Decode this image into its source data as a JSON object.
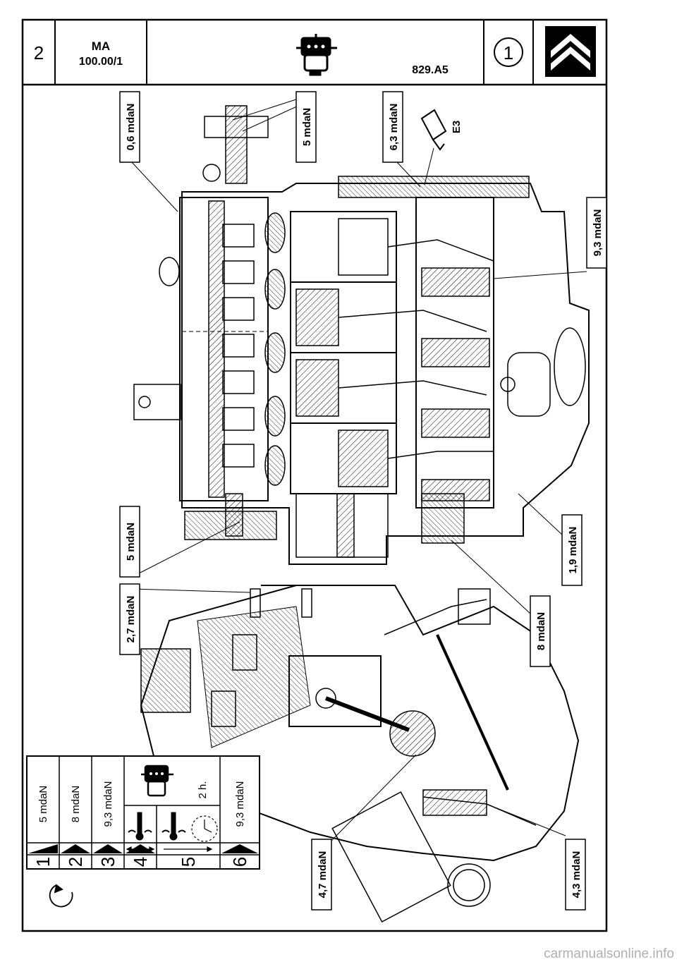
{
  "header": {
    "page_number": "2",
    "manual_code_line1": "MA",
    "manual_code_line2": "100.00/1",
    "engine_code": "829.A5",
    "section_number": "1",
    "logo_icon": "citroen-double-chevron-icon",
    "engine_icon": "engine-icon"
  },
  "torque_labels": {
    "l1": "0,6 mdaN",
    "l2": "5 mdaN",
    "l3": "6,3 mdaN",
    "l4": "9,3 mdaN",
    "l5": "5 mdaN",
    "l6": "1,9 mdaN",
    "l7": "2,7 mdaN",
    "l8": "8 mdaN",
    "l9": "4,7 mdaN",
    "l10": "4,3 mdaN"
  },
  "sealant_label": "E3",
  "sequence_table": {
    "rotation_icon": "rotate-arrow-icon",
    "steps": [
      {
        "number": "1",
        "value": "5 mdaN"
      },
      {
        "number": "2",
        "value": "8 mdaN"
      },
      {
        "number": "3",
        "value": "9,3 mdaN"
      },
      {
        "number": "4",
        "value": ""
      },
      {
        "number": "5",
        "value": "2 h."
      },
      {
        "number": "6",
        "value": "9,3 mdaN"
      }
    ]
  },
  "watermark": "carmanualsonline.info"
}
